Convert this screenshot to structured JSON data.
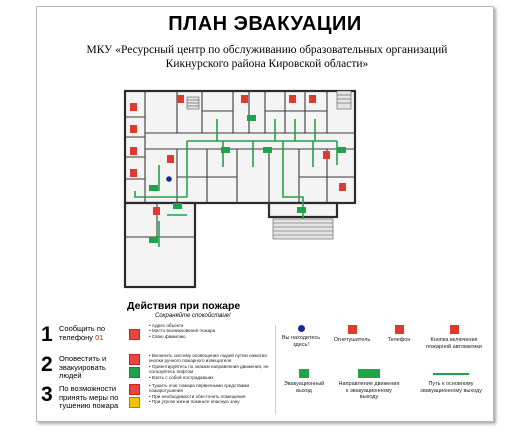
{
  "title": "ПЛАН ЭВАКУАЦИИ",
  "subtitle_line1": "МКУ «Ресурсный центр по обслуживанию образовательных организаций",
  "subtitle_line2": "Кикнурского района Кировской области»",
  "actions": {
    "title": "Действия при пожаре",
    "subtitle": "Сохраняйте спокойствие!",
    "steps": [
      {
        "num": "1",
        "label": "Сообщить по телефону",
        "phone": "01",
        "items": [
          "Адрес объекта",
          "Место возникновения пожара",
          "Свою фамилию"
        ]
      },
      {
        "num": "2",
        "label": "Оповестить и эвакуировать людей",
        "items": [
          "Включить систему оповещения людей путем нажатия кнопки ручного пожарного извещателя",
          "Ориентируйтесь по знакам направления движения, не пользуйтесь лифтом",
          "Взять с собой пострадавших"
        ]
      },
      {
        "num": "3",
        "label": "По возможности принять меры по тушению пожара",
        "items": [
          "Тушить очаг пожара первичными средствами пожаротушения",
          "При необходимости обесточить помещения",
          "При угрозе жизни покиньте опасную зону"
        ]
      }
    ]
  },
  "legend": {
    "you_are_here": "Вы находитесь здесь!",
    "extinguisher": "Огнетушитель",
    "phone": "Телефон",
    "fire_button": "Кнопка включения пожарной автоматики",
    "exit": "Эвакуационный выход",
    "direction": "Направление движения к эвакуационному выходу",
    "route": "Путь к основному эвакуационному выходу"
  },
  "colors": {
    "route": "#1fa34a",
    "fire_red": "#e03a2f",
    "walls": "#2b2b2b",
    "here_dot": "#1b2a8c"
  }
}
